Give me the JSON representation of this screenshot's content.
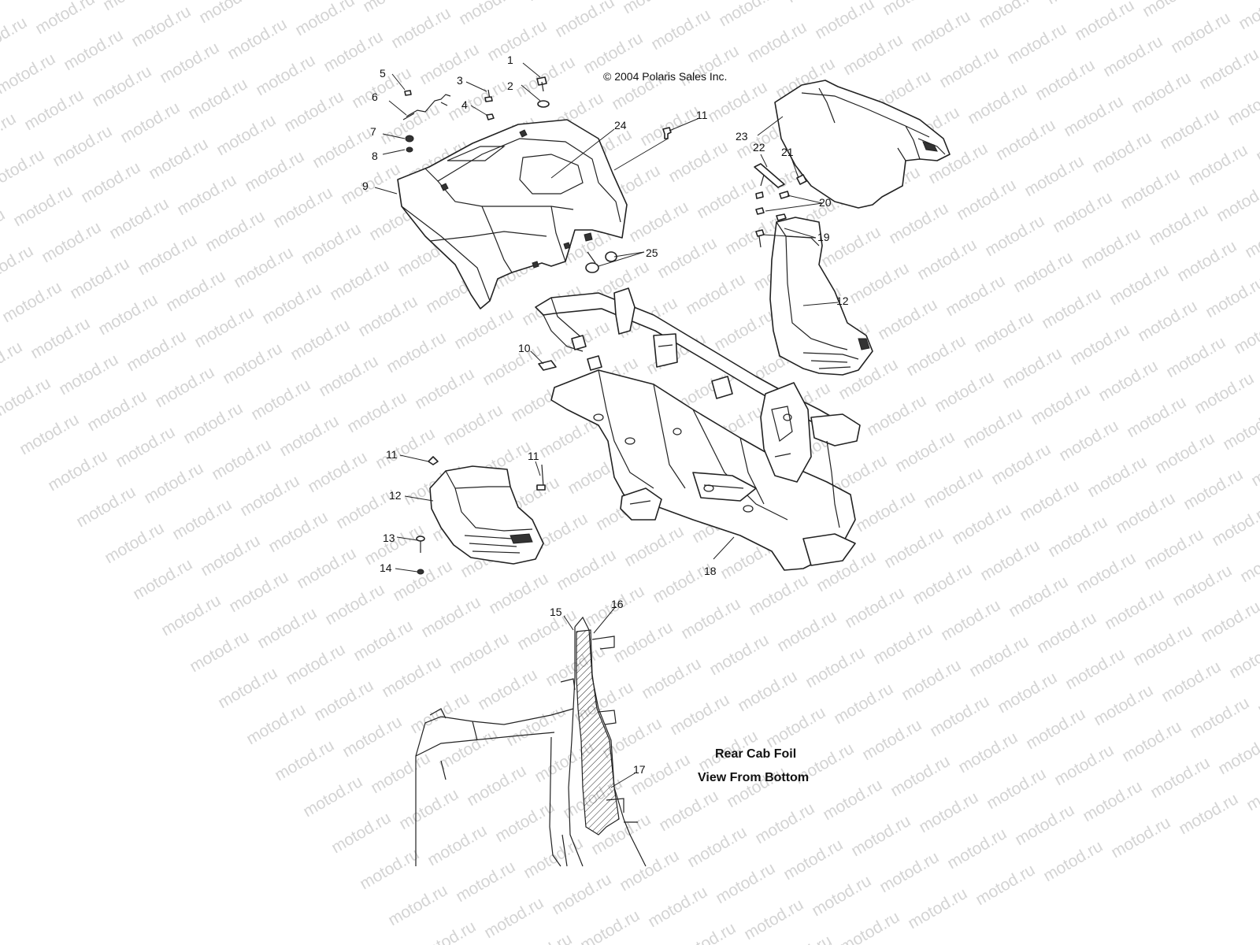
{
  "copyright": "© 2004 Polaris Sales Inc.",
  "watermark": "motod.ru",
  "detail_caption": {
    "line1": "Rear Cab Foil",
    "line2": "View From Bottom"
  },
  "callouts": {
    "c1": "1",
    "c2": "2",
    "c3": "3",
    "c4": "4",
    "c5": "5",
    "c6": "6",
    "c7": "7",
    "c8": "8",
    "c9": "9",
    "c10": "10",
    "c11a": "11",
    "c11b": "11",
    "c11c": "11",
    "c12a": "12",
    "c12b": "12",
    "c13": "13",
    "c14": "14",
    "c15": "15",
    "c16": "16",
    "c17": "17",
    "c18": "18",
    "c19": "19",
    "c20": "20",
    "c21": "21",
    "c22": "22",
    "c23": "23",
    "c24": "24",
    "c25": "25"
  },
  "colors": {
    "line": "#222222",
    "watermark": "#d4d4d4",
    "background": "#ffffff"
  }
}
